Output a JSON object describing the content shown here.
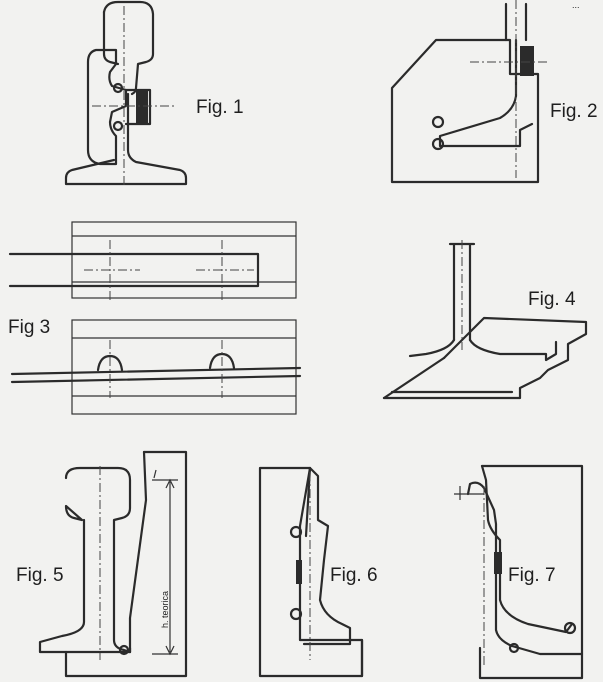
{
  "sheet": {
    "corner_text": "...",
    "figures": [
      {
        "label": "Fig. 1"
      },
      {
        "label": "Fig. 2"
      },
      {
        "label": "Fig 3"
      },
      {
        "label": "Fig. 4"
      },
      {
        "label": "Fig. 5",
        "dimension_label": "h. teorica"
      },
      {
        "label": "Fig. 6"
      },
      {
        "label": "Fig. 7"
      }
    ]
  }
}
